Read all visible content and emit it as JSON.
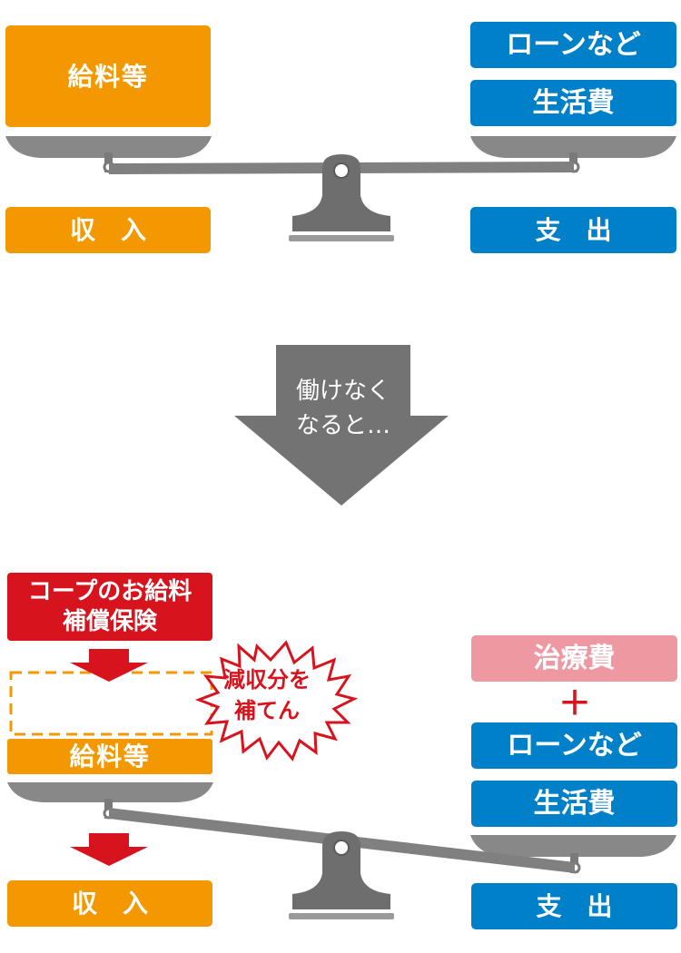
{
  "top": {
    "income_item": "給料等",
    "income_label": "収　入",
    "expense_items": [
      "ローンなど",
      "生活費"
    ],
    "expense_label": "支　出"
  },
  "arrow": {
    "line1": "働けなく",
    "line2": "なると…"
  },
  "bottom": {
    "insurance_line1": "コープのお給料",
    "insurance_line2": "補償保険",
    "burst_line1": "減収分を",
    "burst_line2": "補てん",
    "income_item": "給料等",
    "income_label": "収　入",
    "medical": "治療費",
    "plus": "＋",
    "expense_items": [
      "ローンなど",
      "生活費"
    ],
    "expense_label": "支　出"
  },
  "colors": {
    "income": "#f39800",
    "expense": "#0080c8",
    "medical": "#ee98a1",
    "insurance": "#d7141e",
    "scale": "#777777"
  }
}
